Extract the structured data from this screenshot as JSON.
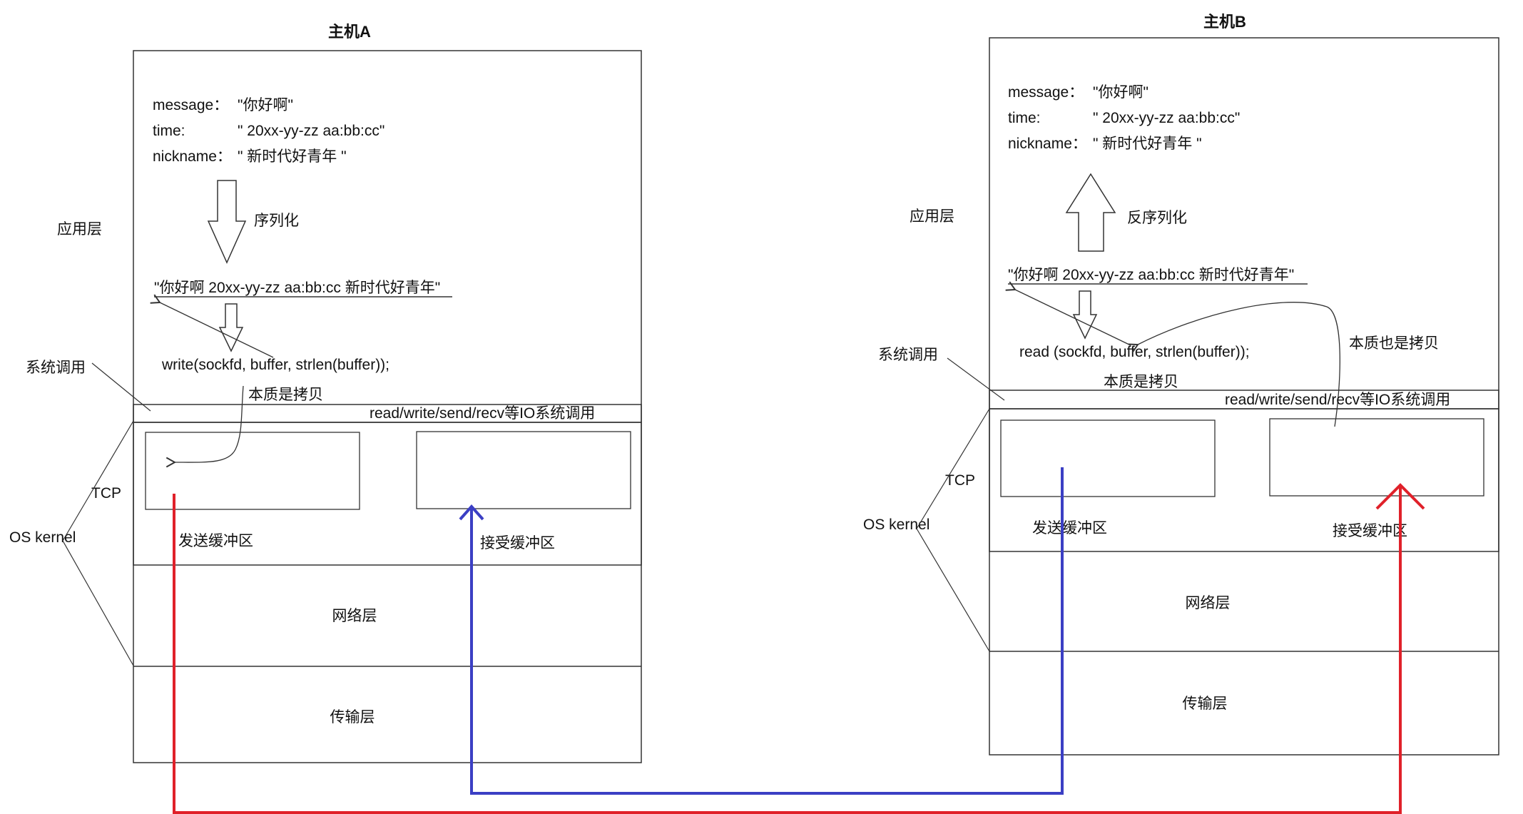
{
  "hostA": {
    "title": "主机A",
    "message_key": "message：",
    "message_val": "\"你好啊\"",
    "time_key": "time:",
    "time_val": "\" 20xx-yy-zz aa:bb:cc\"",
    "nickname_key": "nickname：",
    "nickname_val": "\" 新时代好青年 \"",
    "serialize_label": "序列化",
    "serialized_string": "\"你好啊 20xx-yy-zz aa:bb:cc 新时代好青年\"",
    "syscall_code": "write(sockfd, buffer, strlen(buffer));",
    "copy_note": "本质是拷贝",
    "io_bar_label": "read/write/send/recv等IO系统调用",
    "send_buffer_label": "发送缓冲区",
    "recv_buffer_label": "接受缓冲区",
    "network_layer": "网络层",
    "transport_layer": "传输层",
    "side_app_layer": "应用层",
    "side_syscall": "系统调用",
    "side_tcp": "TCP",
    "side_os_kernel": "OS kernel"
  },
  "hostB": {
    "title": "主机B",
    "message_key": "message：",
    "message_val": "\"你好啊\"",
    "time_key": "time:",
    "time_val": "\" 20xx-yy-zz aa:bb:cc\"",
    "nickname_key": "nickname：",
    "nickname_val": "\" 新时代好青年 \"",
    "deserialize_label": "反序列化",
    "serialized_string": "\"你好啊 20xx-yy-zz aa:bb:cc 新时代好青年\"",
    "syscall_code": "read (sockfd, buffer, strlen(buffer));",
    "copy_note": "本质是拷贝",
    "copy_note_also": "本质也是拷贝",
    "io_bar_label": "read/write/send/recv等IO系统调用",
    "send_buffer_label": "发送缓冲区",
    "recv_buffer_label": "接受缓冲区",
    "network_layer": "网络层",
    "transport_layer": "传输层",
    "side_app_layer": "应用层",
    "side_syscall": "系统调用",
    "side_tcp": "TCP",
    "side_os_kernel": "OS kernel"
  },
  "colors": {
    "red_path": "#e0212a",
    "blue_path": "#3b3fc4",
    "line": "#333333"
  }
}
